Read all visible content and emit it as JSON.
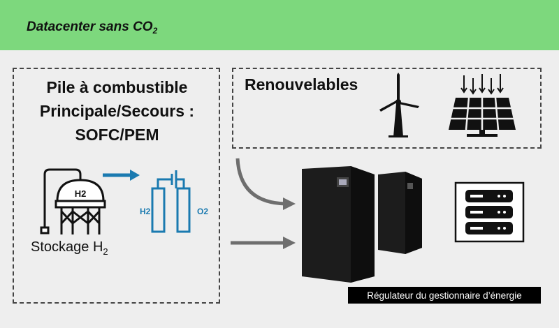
{
  "header": {
    "title_main": "Datacenter sans CO",
    "title_sub": "2"
  },
  "fuel_cell": {
    "title_line1": "Pile à combustible",
    "title_line2": "Principale/Secours :",
    "title_line3": "SOFC/PEM",
    "tank_label": "H2",
    "cell_h2_label": "H2",
    "cell_o2_label": "O2",
    "storage_label": "Stockage H",
    "storage_sub": "2"
  },
  "renewables": {
    "title": "Renouvelables"
  },
  "regulator": {
    "label": "Régulateur du gestionnaire d’énergie"
  },
  "colors": {
    "header_bg": "#7dd87d",
    "accent_blue": "#1a7ab0",
    "arrow_gray": "#6e6e6e"
  },
  "icons": [
    "hydrogen-tank-icon",
    "fuel-cell-icon",
    "wind-turbine-icon",
    "solar-panel-icon",
    "ups-cabinet",
    "server-rack-icon"
  ]
}
